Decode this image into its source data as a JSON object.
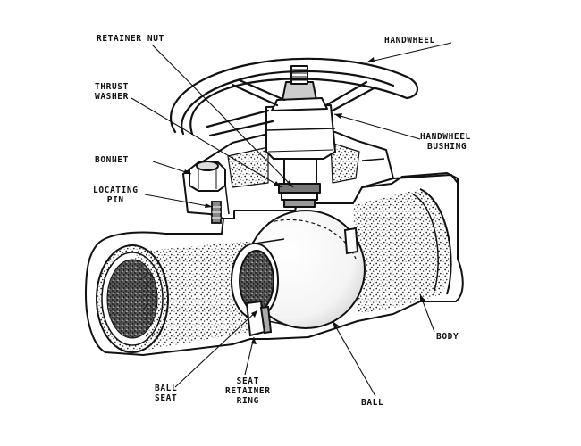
{
  "labels": {
    "retainer_nut": "RETAINER NUT",
    "handwheel": "HANDWHEEL",
    "thrust_washer": [
      "THRUST",
      "WASHER"
    ],
    "handwheel_bushing": [
      "HANDWHEEL",
      "BUSHING"
    ],
    "bonnet": "BONNET",
    "locating_pin": [
      "LOCATING",
      "PIN"
    ],
    "body": "BODY",
    "ball_seat": [
      "BALL",
      "SEAT"
    ],
    "seat_retainer_ring": [
      "SEAT",
      "RETAINER",
      "RING"
    ],
    "ball": "BALL"
  },
  "colors": {
    "ink": "#111111",
    "background": "#ffffff",
    "metal": "#ffffff",
    "casting_stipple": "#222222"
  }
}
